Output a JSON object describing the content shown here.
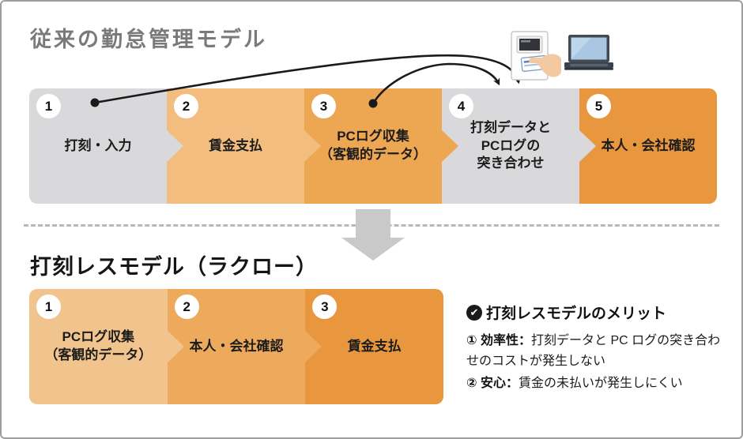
{
  "top_section": {
    "title": "従来の勤怠管理モデル",
    "title_color": "#7a7a7a",
    "steps": [
      {
        "num": "1",
        "label": "打刻・入力",
        "color": "#d9d9db"
      },
      {
        "num": "2",
        "label": "賃金支払",
        "color": "#f2bd7e"
      },
      {
        "num": "3",
        "label": "PCログ収集\n（客観的データ）",
        "color": "#eda753"
      },
      {
        "num": "4",
        "label": "打刻データと\nPCログの\n突き合わせ",
        "color": "#d9d9db"
      },
      {
        "num": "5",
        "label": "本人・会社確認",
        "color": "#e9973e"
      }
    ],
    "icons": [
      {
        "name": "time-clock-icon"
      },
      {
        "name": "laptop-icon"
      }
    ],
    "arrow_color": "#1a1a1a"
  },
  "divider": {
    "style": "dashed",
    "color": "#b8b8b8",
    "down_arrow_color": "#c9c9c9"
  },
  "bottom_section": {
    "title": "打刻レスモデル（ラクロー）",
    "title_color": "#151515",
    "steps": [
      {
        "num": "1",
        "label": "PCログ収集\n（客観的データ）",
        "color": "#f2c48d"
      },
      {
        "num": "2",
        "label": "本人・会社確認",
        "color": "#edaa5c"
      },
      {
        "num": "3",
        "label": "賃金支払",
        "color": "#e9973e"
      }
    ],
    "merit": {
      "check_icon": "✔",
      "heading": "打刻レスモデルのメリット",
      "items": [
        {
          "prefix": "① 効率性：",
          "text": "打刻データと PC ログの突き合わせのコストが発生しない"
        },
        {
          "prefix": "② 安心：",
          "text": "賃金の未払いが発生しにくい"
        }
      ]
    }
  }
}
